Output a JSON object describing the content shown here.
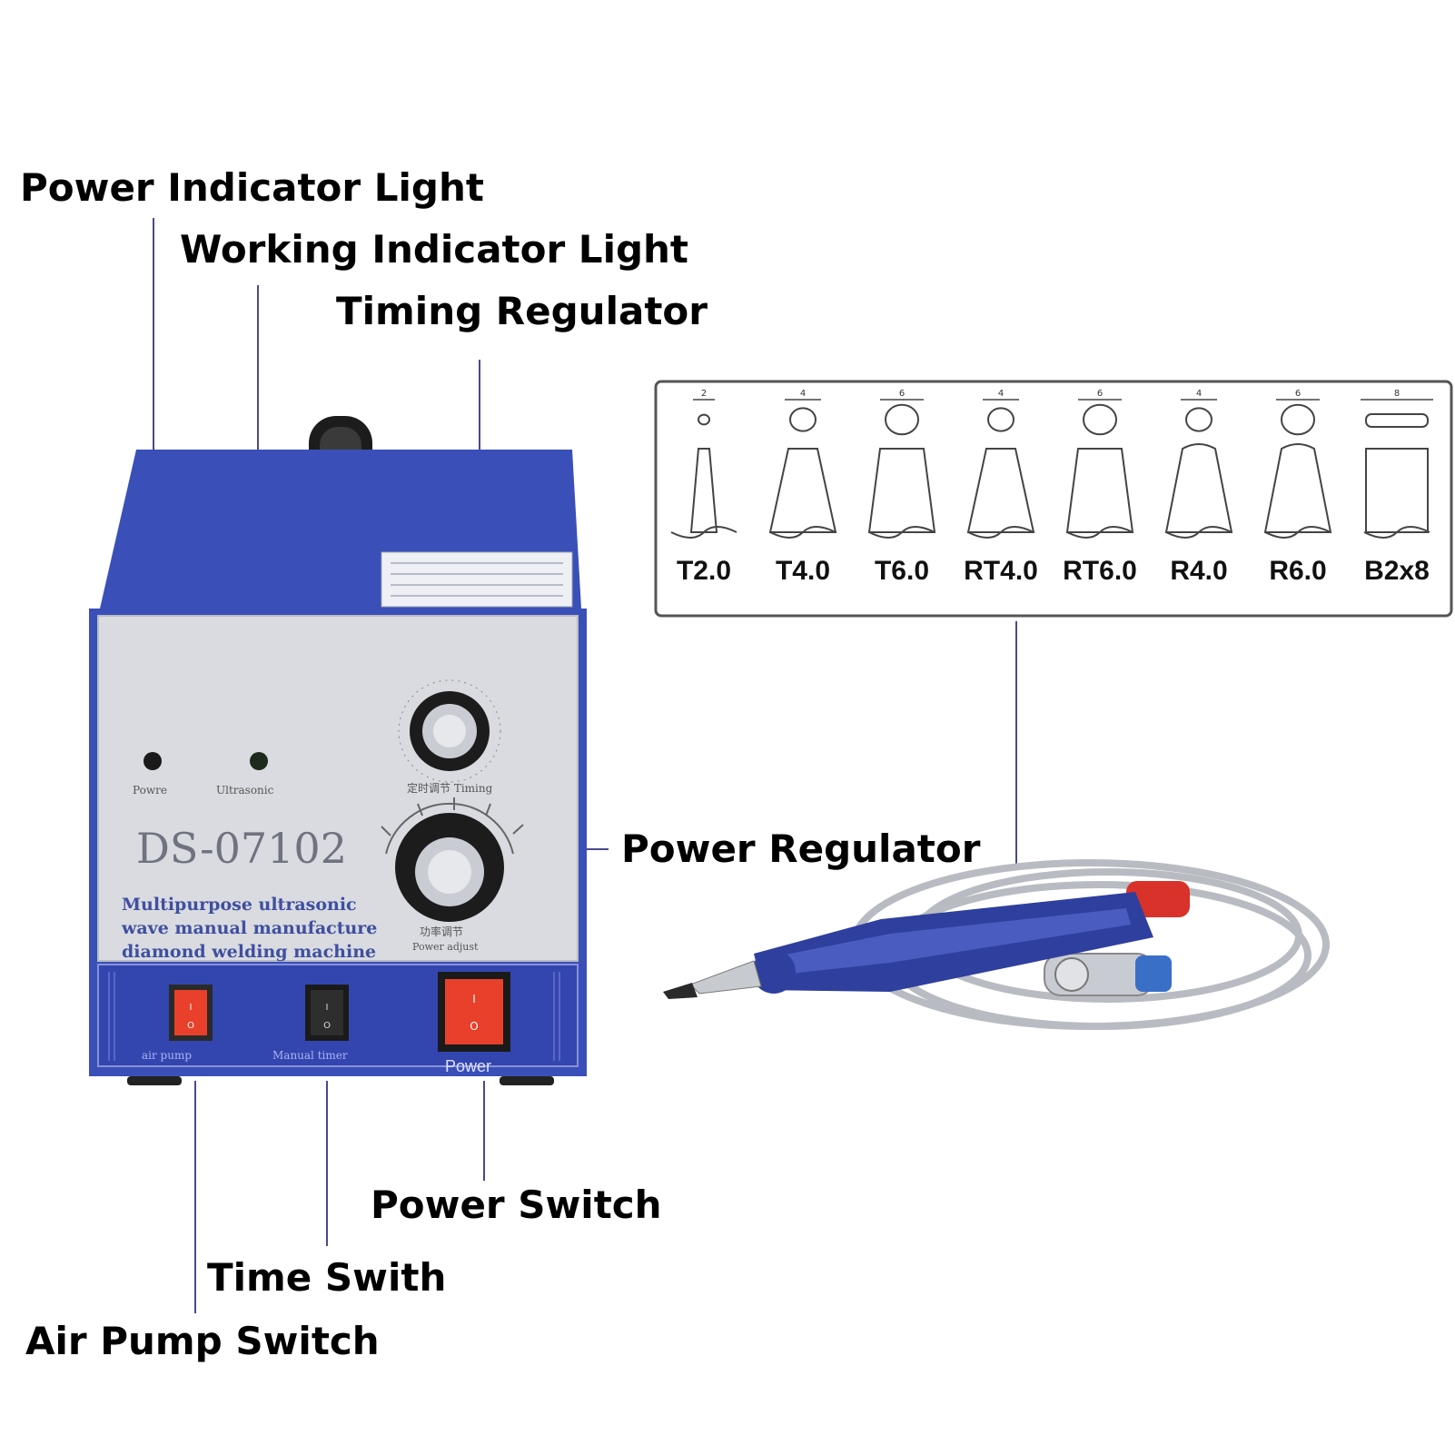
{
  "callouts": {
    "power_indicator_light": "Power Indicator Light",
    "working_indicator_light": "Working Indicator Light",
    "timing_regulator": "Timing Regulator",
    "power_regulator": "Power Regulator",
    "power_switch": "Power Switch",
    "time_switch": "Time Swith",
    "air_pump_switch": "Air Pump Switch"
  },
  "machine": {
    "model": "DS-07102",
    "description_lines": [
      "Multipurpose ultrasonic",
      "wave manual manufacture",
      "diamond welding machine"
    ],
    "labels": {
      "power_light": "Powre",
      "ultrasonic_light": "Ultrasonic",
      "timing_knob": "定时调节 Timing",
      "power_knob": "功率调节",
      "power_knob_en": "Power adjust",
      "air_pump": "air pump",
      "manual_timer": "Manual timer",
      "power_switch": "Power"
    },
    "colors": {
      "body_blue": "#3a4fb8",
      "panel_silver": "#d9dbe0",
      "switch_red": "#e8402a"
    }
  },
  "tips": [
    {
      "name": "T2.0",
      "dim": "2"
    },
    {
      "name": "T4.0",
      "dim": "4"
    },
    {
      "name": "T6.0",
      "dim": "6"
    },
    {
      "name": "RT4.0",
      "dim": "4"
    },
    {
      "name": "RT6.0",
      "dim": "6"
    },
    {
      "name": "R4.0",
      "dim": "4"
    },
    {
      "name": "R6.0",
      "dim": "6"
    },
    {
      "name": "B2x8",
      "dim": "8"
    }
  ]
}
